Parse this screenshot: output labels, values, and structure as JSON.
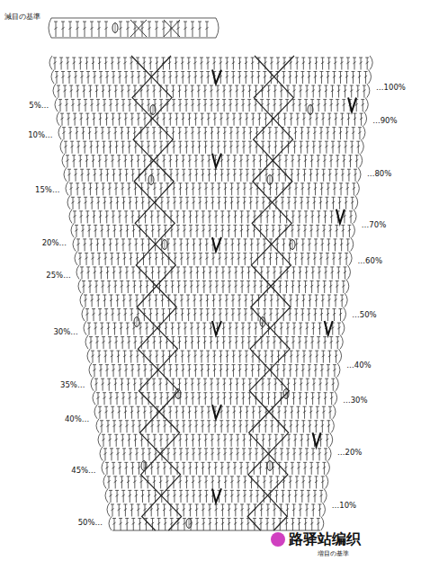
{
  "diagram": {
    "labels": [
      "減目の基準",
      "5%…",
      "10%…",
      "15%…",
      "20%…",
      "25%…",
      "30%…",
      "35%…",
      "40%…",
      "45%…",
      "50%…",
      "…100%",
      "…90%",
      "…80%",
      "…70%",
      "…60%",
      "…50%",
      "…40%",
      "…30%",
      "…20%",
      "…10%",
      "路驿站编织",
      "増目の基準"
    ]
  }
}
